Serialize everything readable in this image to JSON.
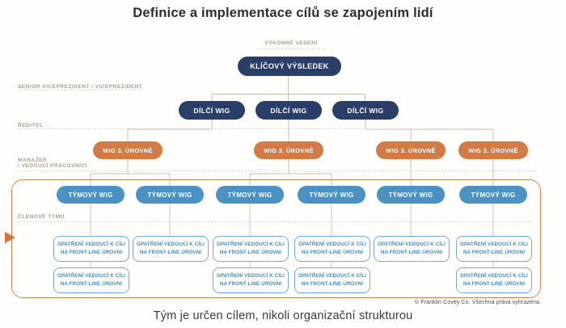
{
  "title": "Definice a implementace cílů se zapojením lidí",
  "chart": {
    "top_label": "VÝKONNÉ VEDENÍ",
    "row_labels": {
      "senior": "SENIOR VICEPREZIDENT / VICEPREZIDENT",
      "director": "ŘEDITEL",
      "manager_line1": "MANAŽER",
      "manager_line2": "/ VEDOUCÍ PRACOVNÍCI",
      "team_members": "ČLENOVÉ TÝMU"
    },
    "boxes": {
      "key_result": "KLÍČOVÝ VÝSLEDEK",
      "sub_wig": "DÍLČÍ WIG",
      "sub_wig_count": 3,
      "level3_wig": "WIG 3. ÚROVNĚ",
      "level3_wig_count": 4,
      "team_wig": "TÝMOVÝ WIG",
      "team_wig_count": 6,
      "frontline_line1": "OPATŘENÍ VEDOUCÍ K CÍLI",
      "frontline_line2": "NA FRONT-LINE ÚROVNI",
      "frontline_row1_count": 6,
      "frontline_row2_count": 4,
      "frontline_row2_columns": [
        1,
        3,
        4,
        6
      ]
    }
  },
  "footer": {
    "copyright": "© Franklin Covey Co. Všechna práva vyhrazena.",
    "caption": "Tým je určen cílem, nikoli organizační strukturou"
  },
  "colors": {
    "navy": "#2a3f68",
    "orange": "#d27b44",
    "team_blue": "#4a92c3",
    "frontline_border": "#74a9d2",
    "frontline_text": "#3f8bc0",
    "label_tan": "#ab9f8c",
    "connector": "#c9bfae",
    "container_border": "#d8824b"
  }
}
